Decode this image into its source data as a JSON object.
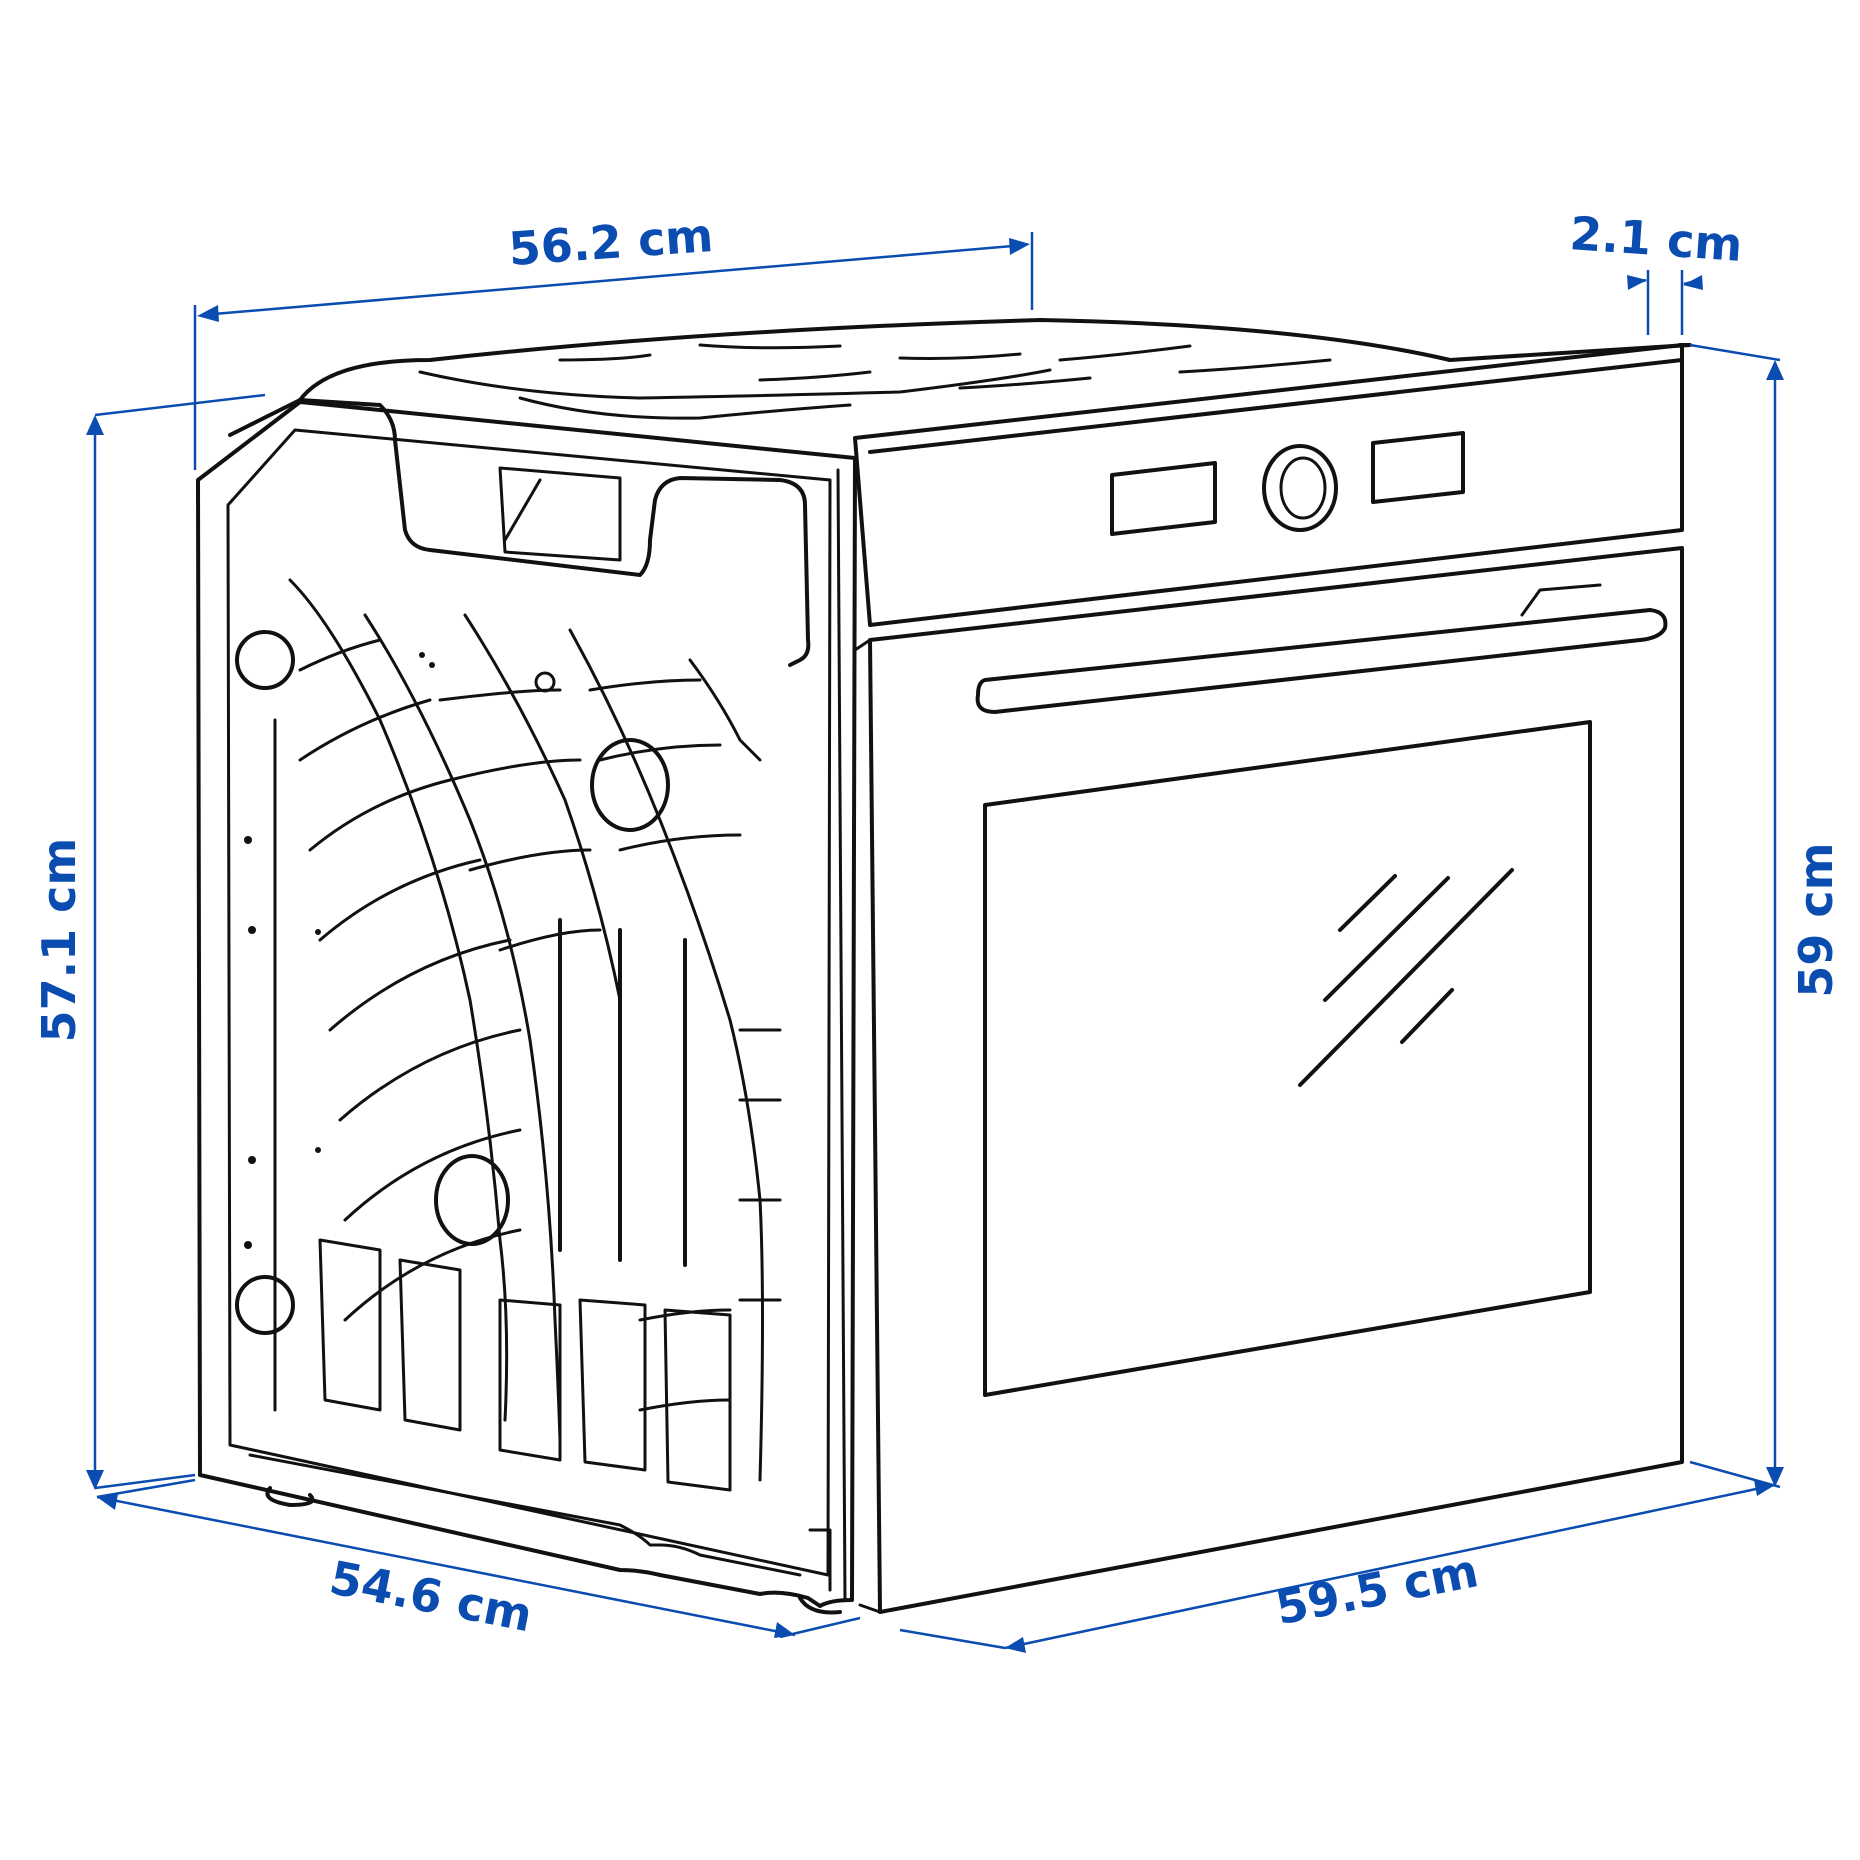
{
  "dimensions": {
    "top_depth": "56.2 cm",
    "front_thickness": "2.1 cm",
    "total_height": "59 cm",
    "body_height": "57.1 cm",
    "bottom_depth": "54.6 cm",
    "width": "59.5 cm"
  },
  "colors": {
    "dimension": "#0a4cb0",
    "line_art": "#111111",
    "background": "#ffffff"
  }
}
